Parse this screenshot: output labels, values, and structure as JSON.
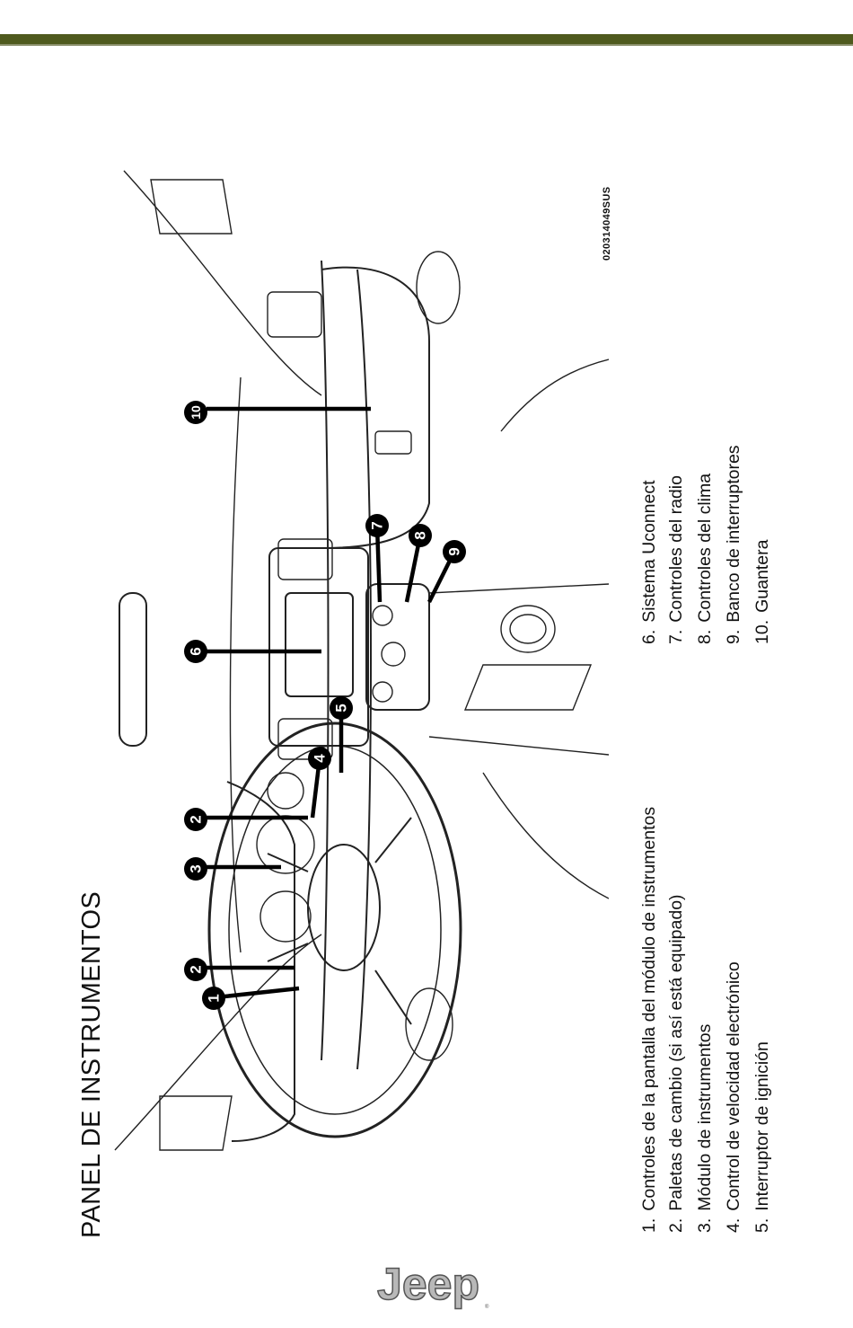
{
  "page": {
    "title": "PANEL DE INSTRUMENTOS",
    "image_code": "020314049SUS"
  },
  "callouts": [
    "1",
    "2",
    "2",
    "3",
    "4",
    "5",
    "6",
    "7",
    "8",
    "9",
    "10"
  ],
  "legend": {
    "left_column": [
      {
        "num": "1.",
        "label": "Controles de la pantalla del módulo de instrumentos"
      },
      {
        "num": "2.",
        "label": "Paletas de cambio (si así está equipado)"
      },
      {
        "num": "3.",
        "label": "Módulo de instrumentos"
      },
      {
        "num": "4.",
        "label": "Control de velocidad electrónico"
      },
      {
        "num": "5.",
        "label": "Interruptor de ignición"
      }
    ],
    "right_column": [
      {
        "num": "6.",
        "label": "Sistema Uconnect"
      },
      {
        "num": "7.",
        "label": "Controles del radio"
      },
      {
        "num": "8.",
        "label": "Controles del clima"
      },
      {
        "num": "9.",
        "label": "Banco de interruptores"
      },
      {
        "num": "10.",
        "label": "Guantera"
      }
    ]
  },
  "brand": {
    "logo_text": "Jeep",
    "accent_color": "#4f5a1e"
  }
}
